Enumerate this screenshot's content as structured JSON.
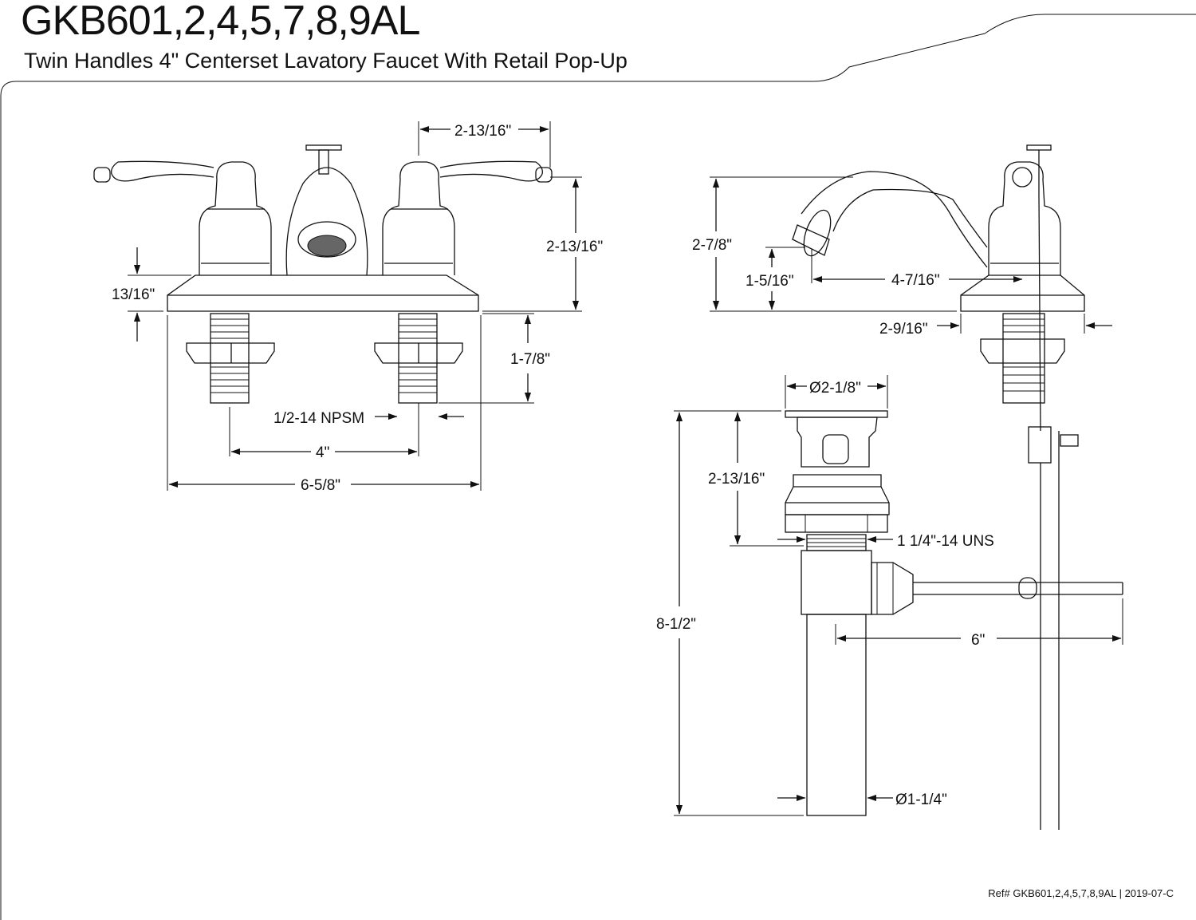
{
  "header": {
    "title": "GKB601,2,4,5,7,8,9AL",
    "subtitle": "Twin Handles 4\" Centerset Lavatory Faucet With Retail Pop-Up"
  },
  "dimensions": {
    "front_handle_spread": "2-13/16\"",
    "front_height": "2-13/16\"",
    "front_base_height": "13/16\"",
    "front_shank_length": "1-7/8\"",
    "front_thread": "1/2-14 NPSM",
    "front_center": "4\"",
    "front_overall_width": "6-5/8\"",
    "side_height": "2-7/8\"",
    "side_spout_height": "1-5/16\"",
    "side_spout_reach": "4-7/16\"",
    "side_base_depth": "2-9/16\"",
    "drain_diameter": "Ø2-1/8\"",
    "drain_body_height": "2-13/16\"",
    "drain_thread": "1 1/4\"-14 UNS",
    "drain_total_length": "8-1/2\"",
    "drain_rod_length": "6\"",
    "drain_tail_diameter": "Ø1-1/4\""
  },
  "footer": {
    "reference": "Ref# GKB601,2,4,5,7,8,9AL | 2019-07-C"
  }
}
